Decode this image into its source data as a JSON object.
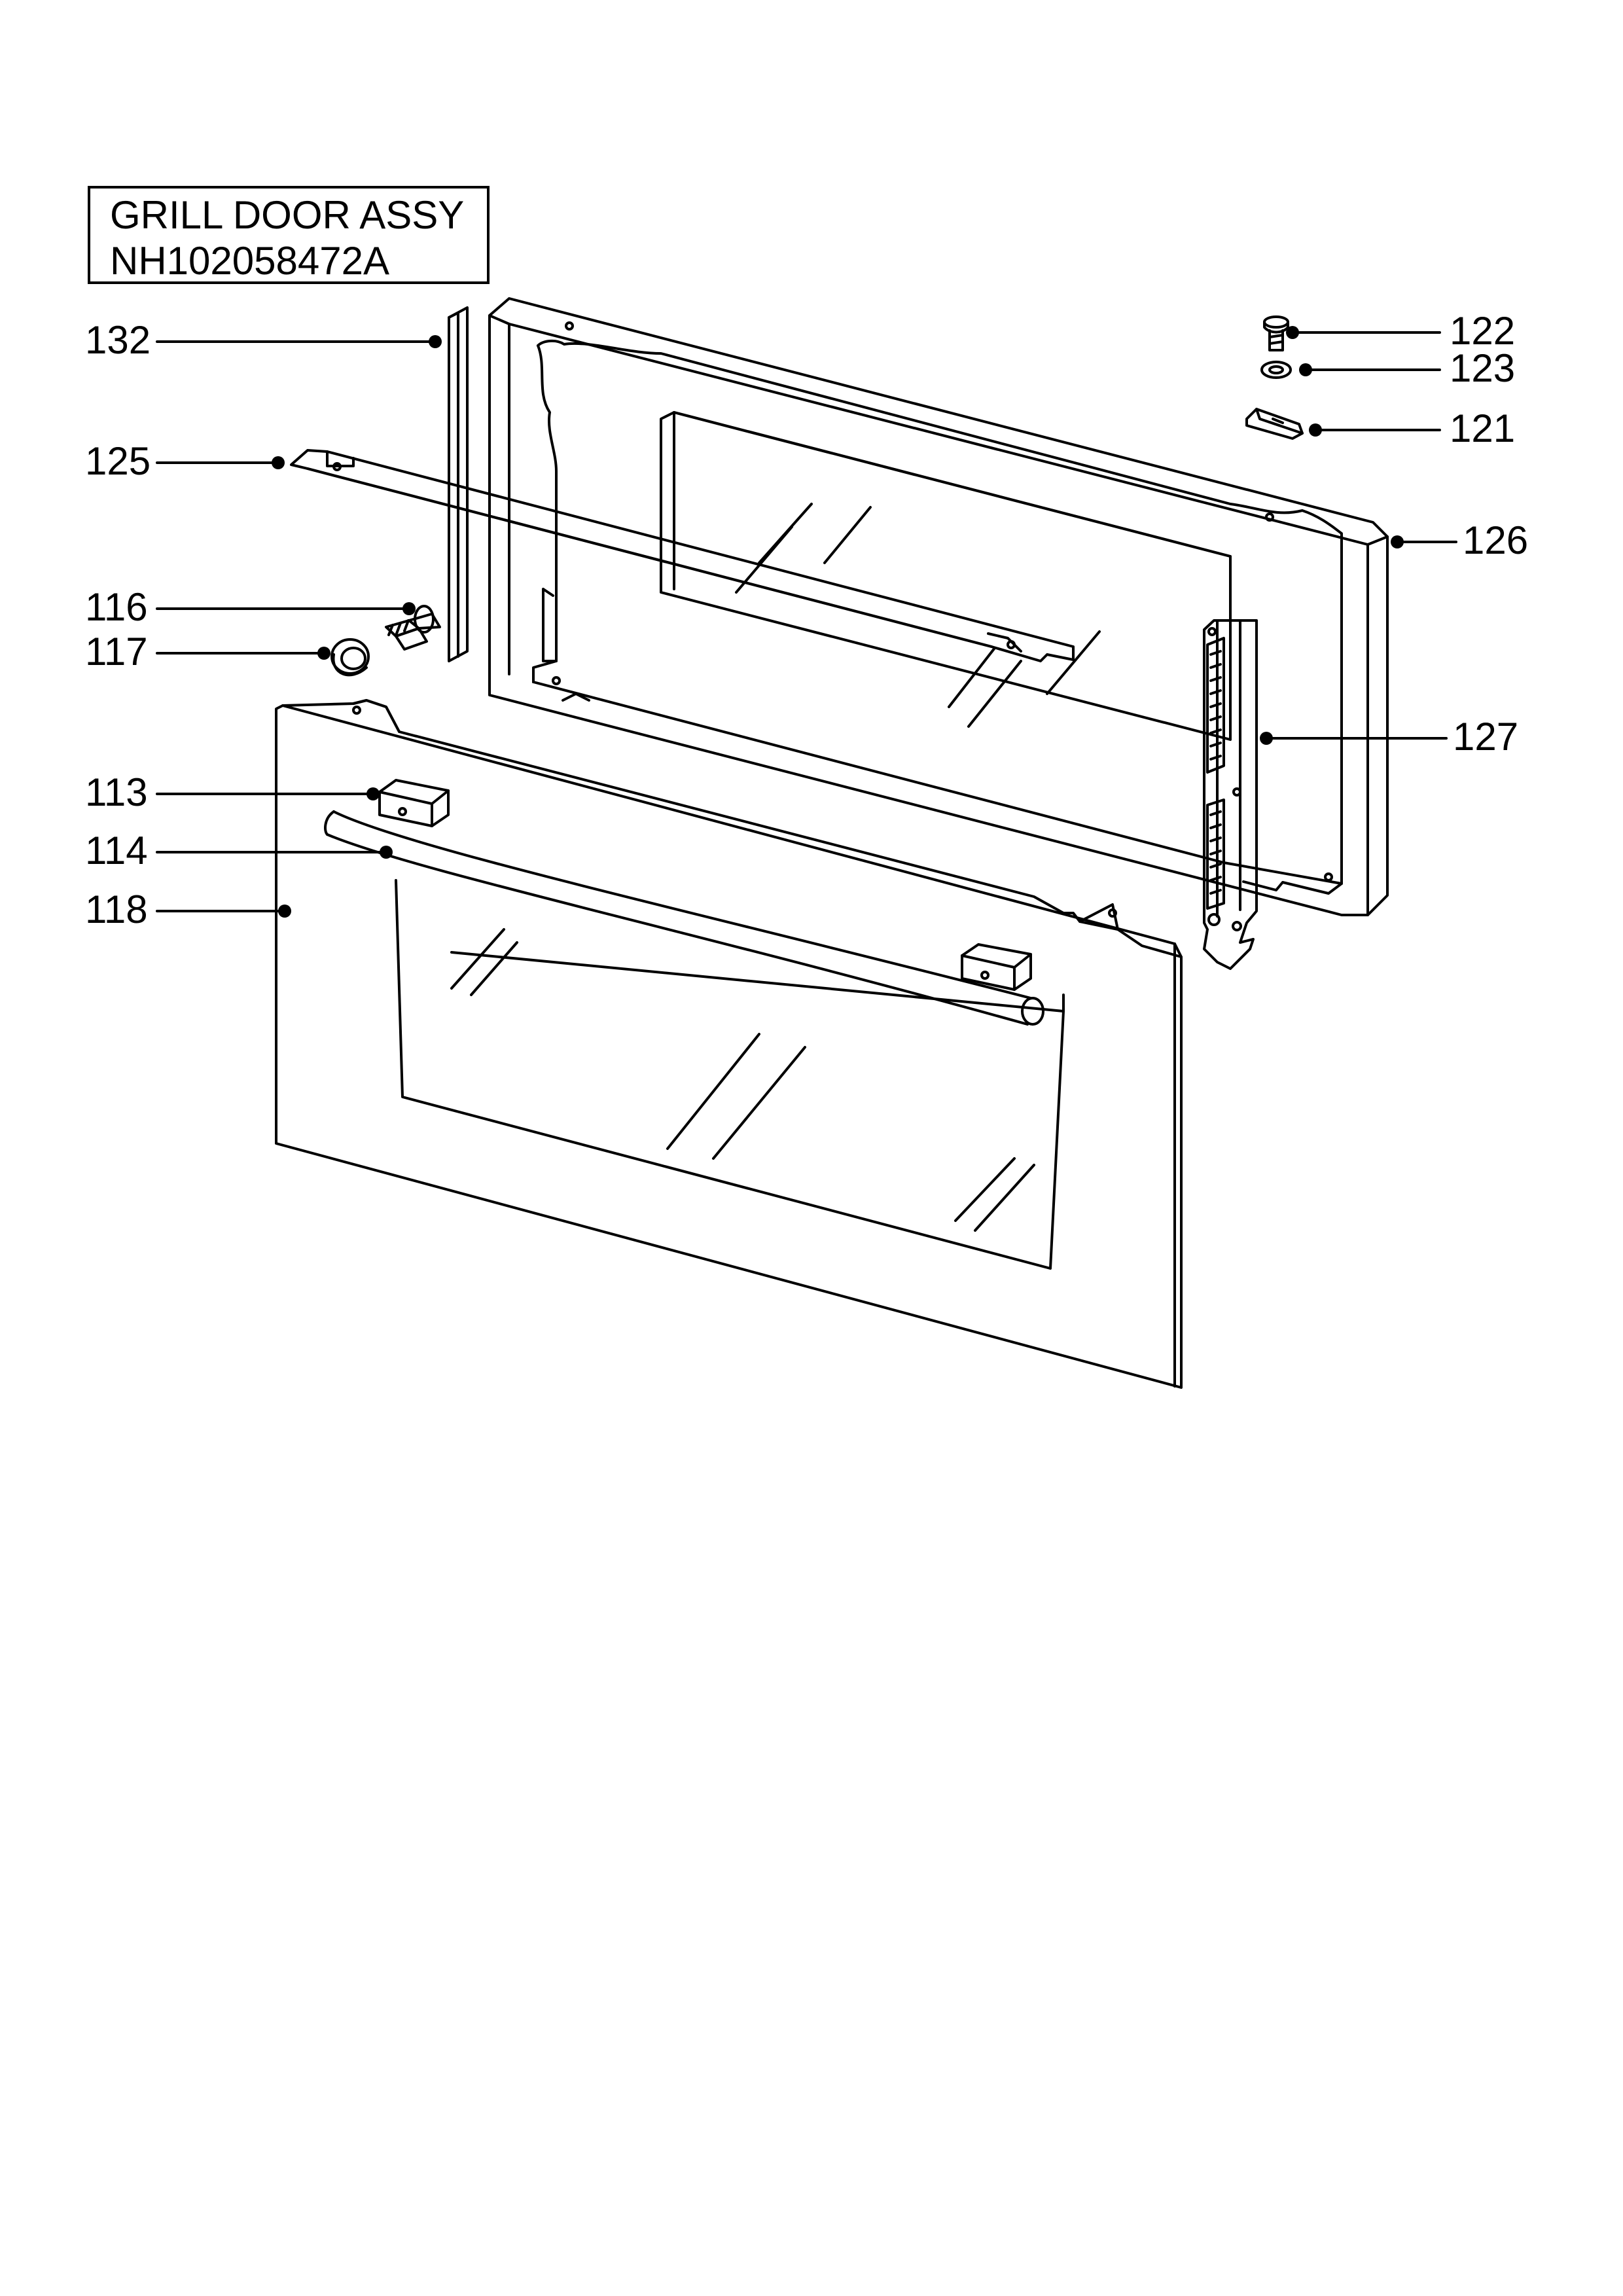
{
  "title": {
    "line1": "GRILL DOOR ASSY",
    "line2": "NH102058472A"
  },
  "parts": {
    "p132": "132",
    "p125": "125",
    "p116": "116",
    "p117": "117",
    "p113": "113",
    "p114": "114",
    "p118": "118",
    "p122": "122",
    "p123": "123",
    "p121": "121",
    "p126": "126",
    "p127": "127"
  }
}
